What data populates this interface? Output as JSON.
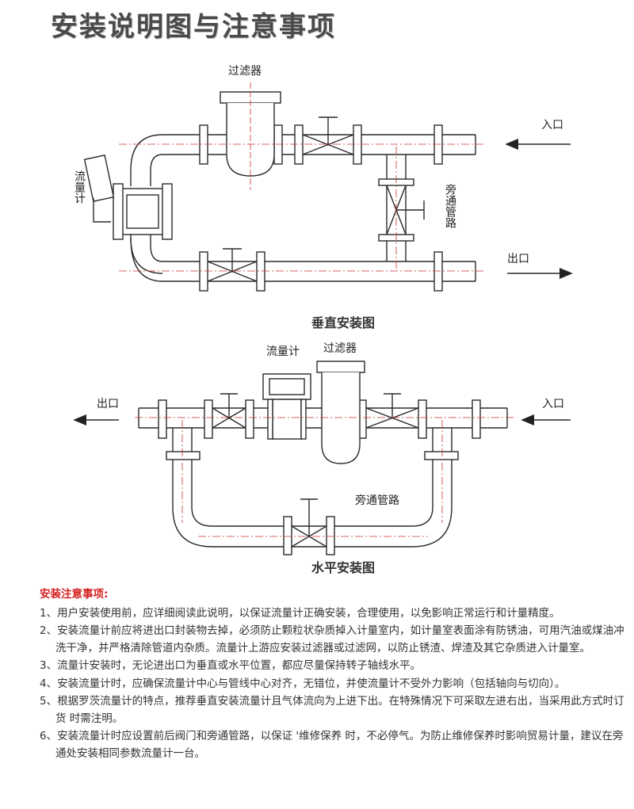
{
  "title": "安装说明图与注意事项",
  "vertical": {
    "caption": "垂直安装图",
    "filter": "过滤器",
    "meter": "流量计",
    "bypass": "旁通管路",
    "inlet": "入口",
    "outlet": "出口"
  },
  "horizontal": {
    "caption": "水平安装图",
    "filter": "过滤器",
    "meter": "流量计",
    "bypass": "旁通管路",
    "inlet": "入口",
    "outlet": "出口"
  },
  "notes": {
    "heading": "安装注意事项:",
    "items": [
      "1、用户安装使用前，应详细阅读此说明，以保证流量计正确安装，合理使用，以免影响正常运行和计量精度。",
      "2、安装流量计前应将进出口封装物去掉，必须防止颗粒状杂质掉入计量室内，如计量室表面涂有防锈油，可用汽油或煤油冲洗干净，并严格清除管道内杂质。流量计上游应安装过滤器或过滤网，以防止锈渣、焊渣及其它杂质进入计量室。",
      "3、流量计安装时，无论进出口为垂直或水平位置，都应尽量保持转子轴线水平。",
      "4、安装流量计时，应确保流量计中心与管线中心对齐，无错位，并使流量计不受外力影响（包括轴向与切向）。",
      "5、根据罗茨流量计的特点，推荐垂直安装流量计且气体流向为上进下出。在特殊情况下可采取左进右出，当采用此方式时订货 时需注明。",
      "6、安装流量计时应设置前后阀门和旁通管路，以保证 '维修保养 时，不必停气。为防止维修保养时影响贸易计量，建议在旁 通处安装相同参数流量计一台。"
    ]
  }
}
